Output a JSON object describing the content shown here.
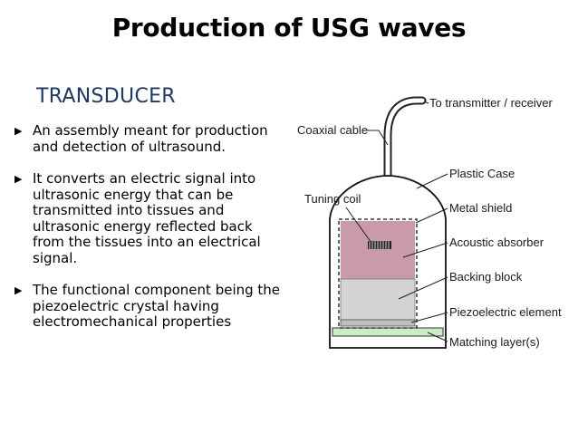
{
  "slide": {
    "title": "Production of USG waves",
    "subtitle": "TRANSDUCER",
    "bullet_icon": "triangle-right-icon",
    "bullets": [
      "An assembly meant for production and detection of ultrasound.",
      "It converts an electric signal into ultrasonic energy that can be transmitted into tissues and ultrasonic energy reflected back from the tissues into an electrical signal.",
      "The functional component being the piezoelectric crystal having electromechanical properties"
    ]
  },
  "diagram": {
    "labels": {
      "to_transmitter": "To transmitter / receiver",
      "coaxial_cable": "Coaxial cable",
      "plastic_case": "Plastic Case",
      "tuning_coil": "Tuning coil",
      "metal_shield": "Metal shield",
      "acoustic_absorber": "Acoustic absorber",
      "backing_block": "Backing block",
      "piezoelectric_element": "Piezoelectric element",
      "matching_layer": "Matching layer(s)"
    },
    "colors": {
      "absorber": "#c99aa9",
      "backing": "#d4d4d4",
      "piezo": "#bfbfbf",
      "matching": "#cdebc8",
      "title_text": "#000000",
      "subtitle_text": "#1f3864"
    }
  }
}
